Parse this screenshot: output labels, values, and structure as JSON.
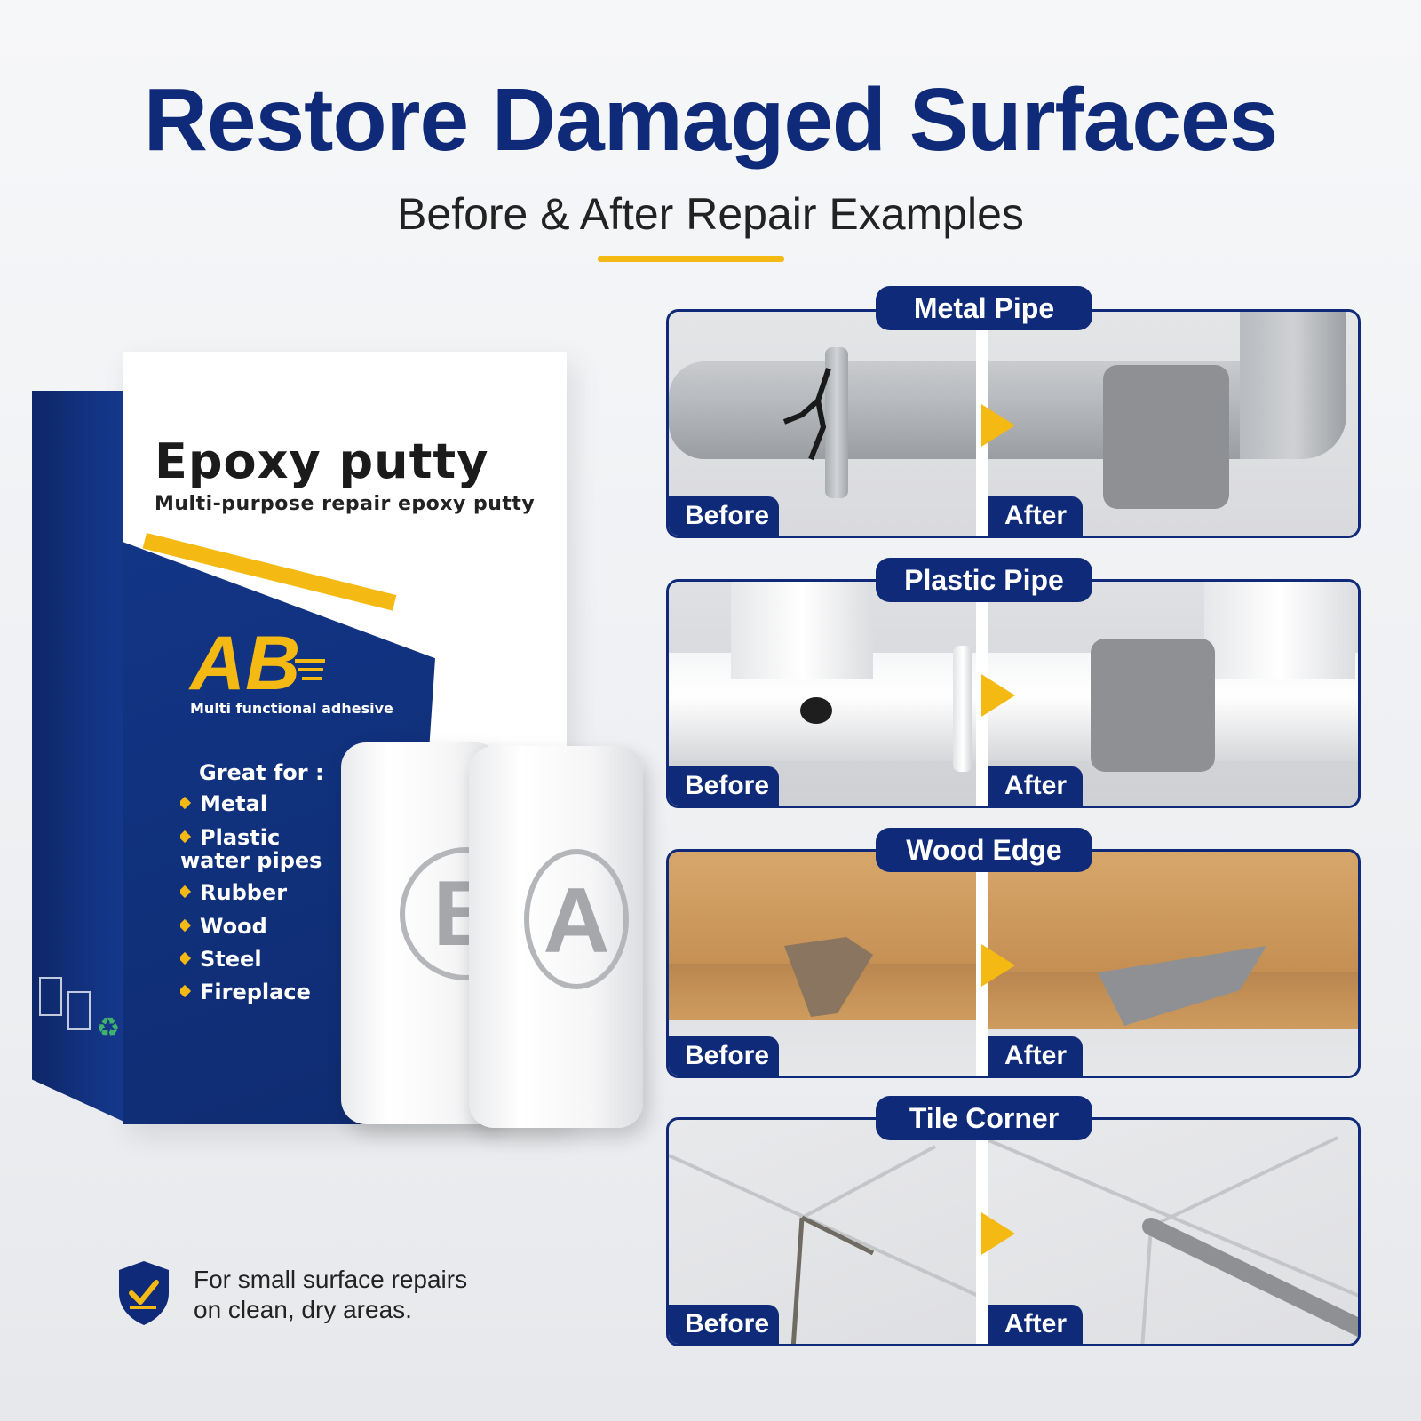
{
  "header": {
    "title": "Restore Damaged Surfaces",
    "subtitle": "Before & After Repair Examples"
  },
  "product": {
    "name": "Epoxy putty",
    "tagline": "Multi-purpose repair epoxy putty",
    "brand": "AB",
    "brand_tagline": "Multi functional adhesive",
    "uses_heading": "Great for :",
    "uses": [
      "Metal",
      "Plastic water pipes",
      "Rubber",
      "Wood",
      "Steel",
      "Fireplace"
    ],
    "putty_labels": [
      "B",
      "A"
    ]
  },
  "disclaimer": {
    "line1": "For small surface repairs",
    "line2": "on clean, dry areas."
  },
  "examples": [
    {
      "label": "Metal Pipe",
      "before": "Before",
      "after": "After"
    },
    {
      "label": "Plastic Pipe",
      "before": "Before",
      "after": "After"
    },
    {
      "label": "Wood Edge",
      "before": "Before",
      "after": "After"
    },
    {
      "label": "Tile Corner",
      "before": "Before",
      "after": "After"
    }
  ],
  "colors": {
    "navy": "#0f2a78",
    "accent_yellow": "#f5b914",
    "putty_grey": "#8e9094"
  },
  "icons": {
    "disclaimer": "shield-check-icon",
    "transition": "arrow-right-icon",
    "box_side": "recycle-icon"
  }
}
